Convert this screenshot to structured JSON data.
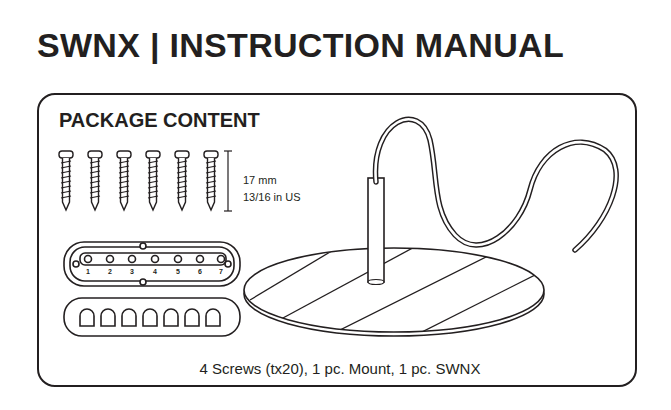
{
  "diagram": {
    "title": "SWNX | INSTRUCTION MANUAL",
    "caption": "4 Screws (tx20), 1 pc. Mount, 1 pc. SWNX",
    "nodes": [
      {
        "text": [
          "PACKAGE CONTENT"
        ]
      }
    ],
    "labels": [
      "17 mm",
      "13/16 in US",
      "1",
      "2",
      "3",
      "4",
      "5",
      "6",
      "7"
    ]
  }
}
